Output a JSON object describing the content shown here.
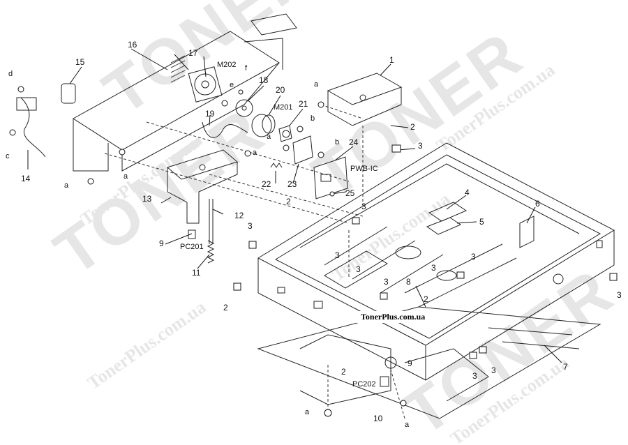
{
  "watermark": {
    "brand": "TONER",
    "site": "TonerPlus.com.ua"
  },
  "site_label": "TonerPlus.com.ua",
  "callouts": {
    "c1": "1",
    "c2": "2",
    "c3": "3",
    "c4": "4",
    "c5": "5",
    "c6": "6",
    "c7": "7",
    "c8": "8",
    "c9": "9",
    "c10": "10",
    "c11": "11",
    "c12": "12",
    "c13": "13",
    "c14": "14",
    "c15": "15",
    "c16": "16",
    "c17": "17",
    "c18": "18",
    "c19": "19",
    "c20": "20",
    "c21": "21",
    "c22": "22",
    "c23": "23",
    "c24": "24",
    "c25": "25",
    "a": "a",
    "b": "b",
    "c": "c",
    "d": "d",
    "e": "e",
    "f": "f"
  },
  "component_labels": {
    "m202": "M202",
    "m201": "M201",
    "pwb_ic": "PWB-IC",
    "pc201": "PC201",
    "pc202": "PC202"
  }
}
